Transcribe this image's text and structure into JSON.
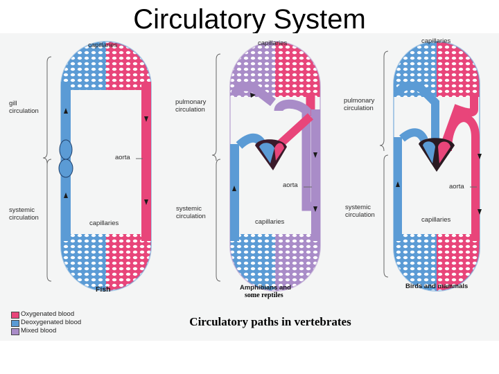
{
  "title": "Circulatory System",
  "colors": {
    "oxygenated": "#e8457a",
    "deoxygenated": "#5b9bd5",
    "mixed": "#a98cc8"
  },
  "panels": {
    "fish": {
      "name": "Fish",
      "labels": {
        "capillaries_top": "capillaries",
        "gill_circulation": "gill circulation",
        "aorta": "aorta",
        "systemic_circulation": "systemic circulation",
        "capillaries_bottom": "capillaries"
      }
    },
    "amphibians": {
      "name": "Amphibians and",
      "name_sub": "some reptiles",
      "labels": {
        "capillaries_top": "capillaries",
        "pulmonary_circulation": "pulmonary circulation",
        "aorta": "aorta",
        "systemic_circulation": "systemic circulation",
        "capillaries_bottom": "capillaries"
      }
    },
    "birds": {
      "name": "Birds and mammals",
      "labels": {
        "capillaries_top": "capillaries",
        "pulmonary_circulation": "pulmonary circulation",
        "aorta": "aorta",
        "systemic_circulation": "systemic circulation",
        "capillaries_bottom": "capillaries"
      }
    }
  },
  "legend": [
    {
      "label": "Oxygenated blood",
      "color": "#e8457a"
    },
    {
      "label": "Deoxygenated blood",
      "color": "#5b9bd5"
    },
    {
      "label": "Mixed blood",
      "color": "#a98cc8"
    }
  ],
  "caption": "Circulatory paths in vertebrates"
}
